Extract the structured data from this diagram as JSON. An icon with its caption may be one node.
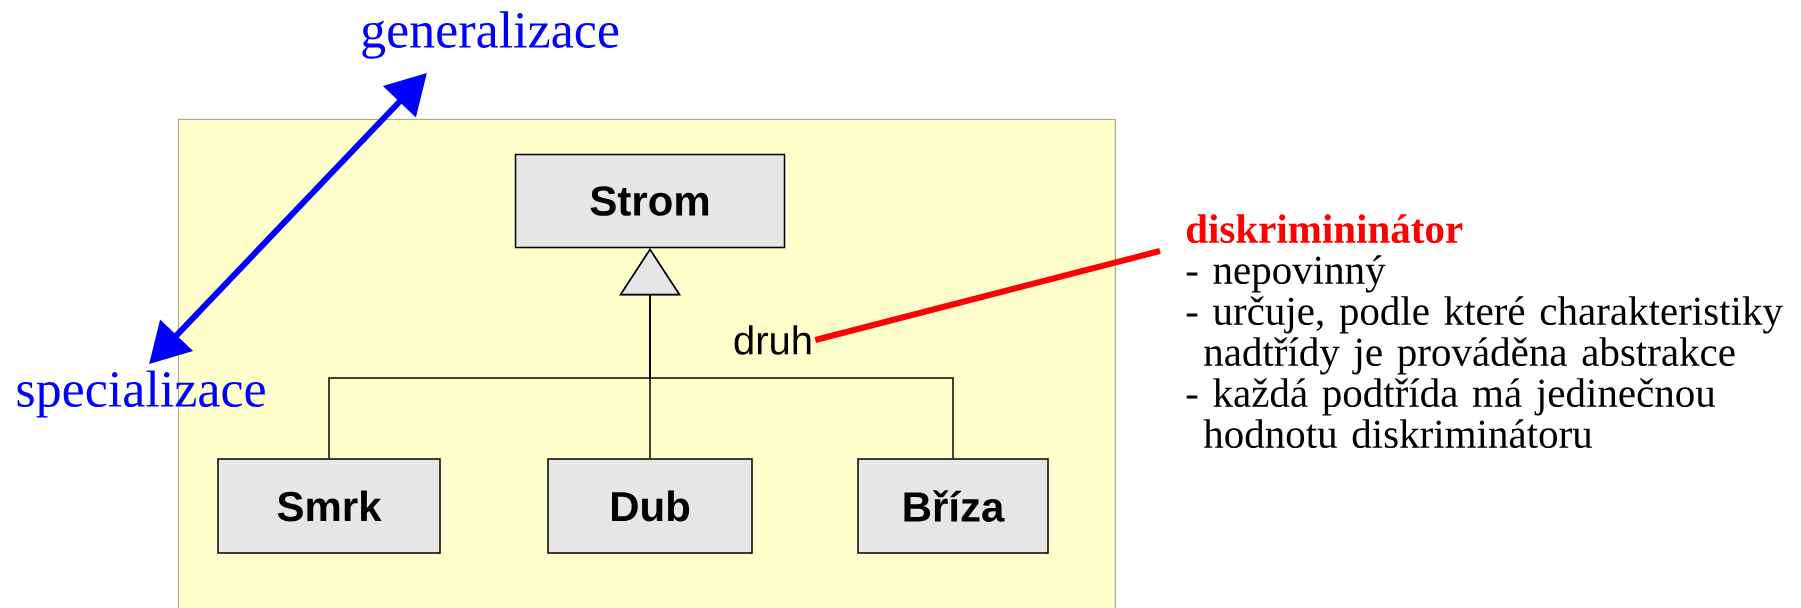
{
  "diagram": {
    "nodes": [
      {
        "text": [],
        "shape": "box"
      },
      {
        "text": [
          "Strom"
        ],
        "in": 0
      },
      {
        "text": [
          "Smrk"
        ],
        "in": 0
      },
      {
        "text": [
          "Dub"
        ],
        "in": 0
      },
      {
        "text": [
          "Bříza"
        ],
        "in": 0
      },
      {
        "text": [
          "druh"
        ],
        "in": 0
      },
      {
        "text": [
          "diskrimininátor",
          "- nepovinný",
          "- určuje, podle které charakteristiky nadtřídy je prováděna abstrakce",
          "- každá podtřída má jedinečnou hodnotu diskriminátoru"
        ]
      },
      {
        "text": [
          "generalizace"
        ]
      },
      {
        "text": [
          "specializace"
        ]
      }
    ],
    "edges": [
      {
        "from": 2,
        "to": 1,
        "arrow": "to"
      },
      {
        "from": 3,
        "to": 1,
        "arrow": "to"
      },
      {
        "from": 4,
        "to": 1,
        "arrow": "to"
      },
      {
        "from": 5,
        "to": 6,
        "arrow": "none",
        "style": "thick",
        "color": "#ff0000"
      },
      {
        "from": 8,
        "to": 7,
        "arrow": "both",
        "style": "thick",
        "color": "#0000ff"
      }
    ]
  }
}
